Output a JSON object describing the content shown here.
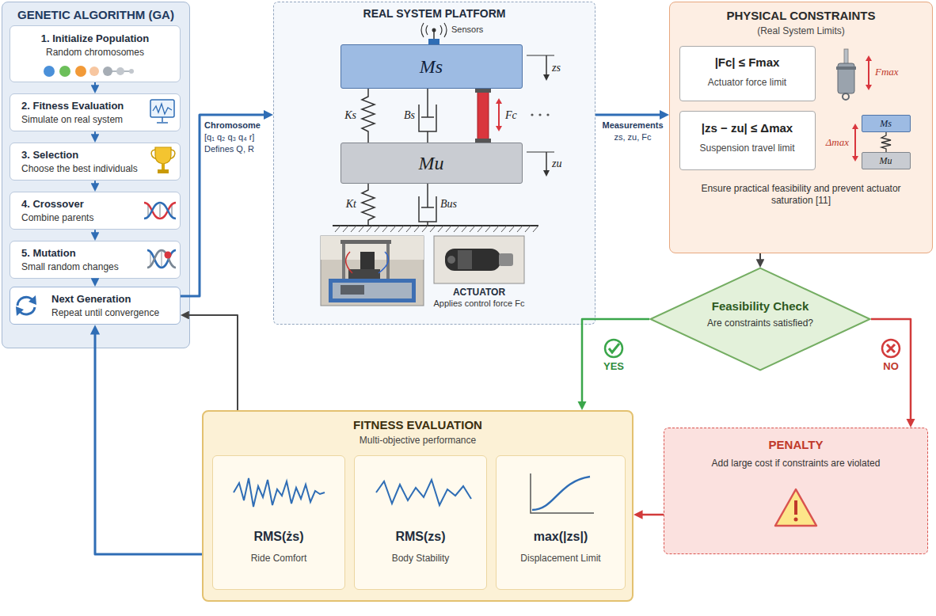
{
  "diagram": {
    "nodes": [
      {
        "text": [
          "GENETIC ALGORITHM (GA)"
        ]
      },
      {
        "text": [
          "1. Initialize Population",
          "Random chromosomes"
        ],
        "in": 0
      },
      {
        "text": [
          "2. Fitness Evaluation",
          "Simulate on real system"
        ],
        "in": 0
      },
      {
        "text": [
          "3. Selection",
          "Choose the best individuals"
        ],
        "in": 0
      },
      {
        "text": [
          "4. Crossover",
          "Combine parents"
        ],
        "in": 0
      },
      {
        "text": [
          "5. Mutation",
          "Small random changes"
        ],
        "in": 0
      },
      {
        "text": [
          "Next Generation",
          "Repeat until convergence"
        ],
        "in": 0
      },
      {
        "text": [
          "REAL SYSTEM PLATFORM"
        ]
      },
      {
        "text": [
          "Ms"
        ],
        "in": 7
      },
      {
        "text": [
          "Mu"
        ],
        "in": 7
      },
      {
        "text": [
          "PHYSICAL CONSTRAINTS",
          "(Real System Limits)",
          "Ensure practical feasibility and prevent actuator saturation [11]"
        ]
      },
      {
        "text": [
          "|Fc| ≤ Fmax",
          "Actuator force limit"
        ],
        "in": 10
      },
      {
        "text": [
          "|zs − zu| ≤ Δmax",
          "Suspension travel limit"
        ],
        "in": 10
      },
      {
        "text": [
          "Ms"
        ],
        "in": 10
      },
      {
        "text": [
          "Mu"
        ],
        "in": 10
      },
      {
        "text": [
          "Feasibility Check",
          "Are constraints satisfied?"
        ]
      },
      {
        "text": [
          "FITNESS EVALUATION",
          "Multi-objective performance"
        ]
      },
      {
        "text": [
          "RMS(żs)",
          "Ride Comfort"
        ],
        "in": 16
      },
      {
        "text": [
          "RMS(zs)",
          "Body Stability"
        ],
        "in": 16
      },
      {
        "text": [
          "max(|zs|)",
          "Displacement Limit"
        ],
        "in": 16
      },
      {
        "text": [
          "PENALTY",
          "Add large cost if constraints are violated"
        ]
      }
    ],
    "edges": [
      {
        "from": 1,
        "to": 2,
        "arrow": "to"
      },
      {
        "from": 2,
        "to": 3,
        "arrow": "to"
      },
      {
        "from": 3,
        "to": 4,
        "arrow": "to"
      },
      {
        "from": 4,
        "to": 5,
        "arrow": "to"
      },
      {
        "from": 5,
        "to": 6,
        "arrow": "to"
      },
      {
        "from": 6,
        "to": 7,
        "label": "Chromosome",
        "arrow": "to"
      },
      {
        "from": 7,
        "to": 10,
        "label": "Measurements",
        "arrow": "to"
      },
      {
        "from": 10,
        "to": 15,
        "arrow": "to"
      },
      {
        "from": 15,
        "to": 16,
        "label": "YES",
        "arrow": "to"
      },
      {
        "from": 15,
        "to": 20,
        "label": "NO",
        "arrow": "to"
      },
      {
        "from": 20,
        "to": 16,
        "arrow": "to"
      },
      {
        "from": 16,
        "to": 6,
        "arrow": "to"
      },
      {
        "from": 16,
        "to": 6,
        "arrow": "to"
      }
    ],
    "labels": [
      "Sensors",
      "zs",
      "Ks",
      "Bs",
      "Fc",
      "zu",
      "Kt",
      "Bus",
      "ACTUATOR",
      "Applies control force Fc",
      "[q₁ q₂ q₃ q₄ r]",
      "Defines Q, R",
      "zs, zu, Fc",
      "Fmax",
      "Δmax"
    ]
  }
}
